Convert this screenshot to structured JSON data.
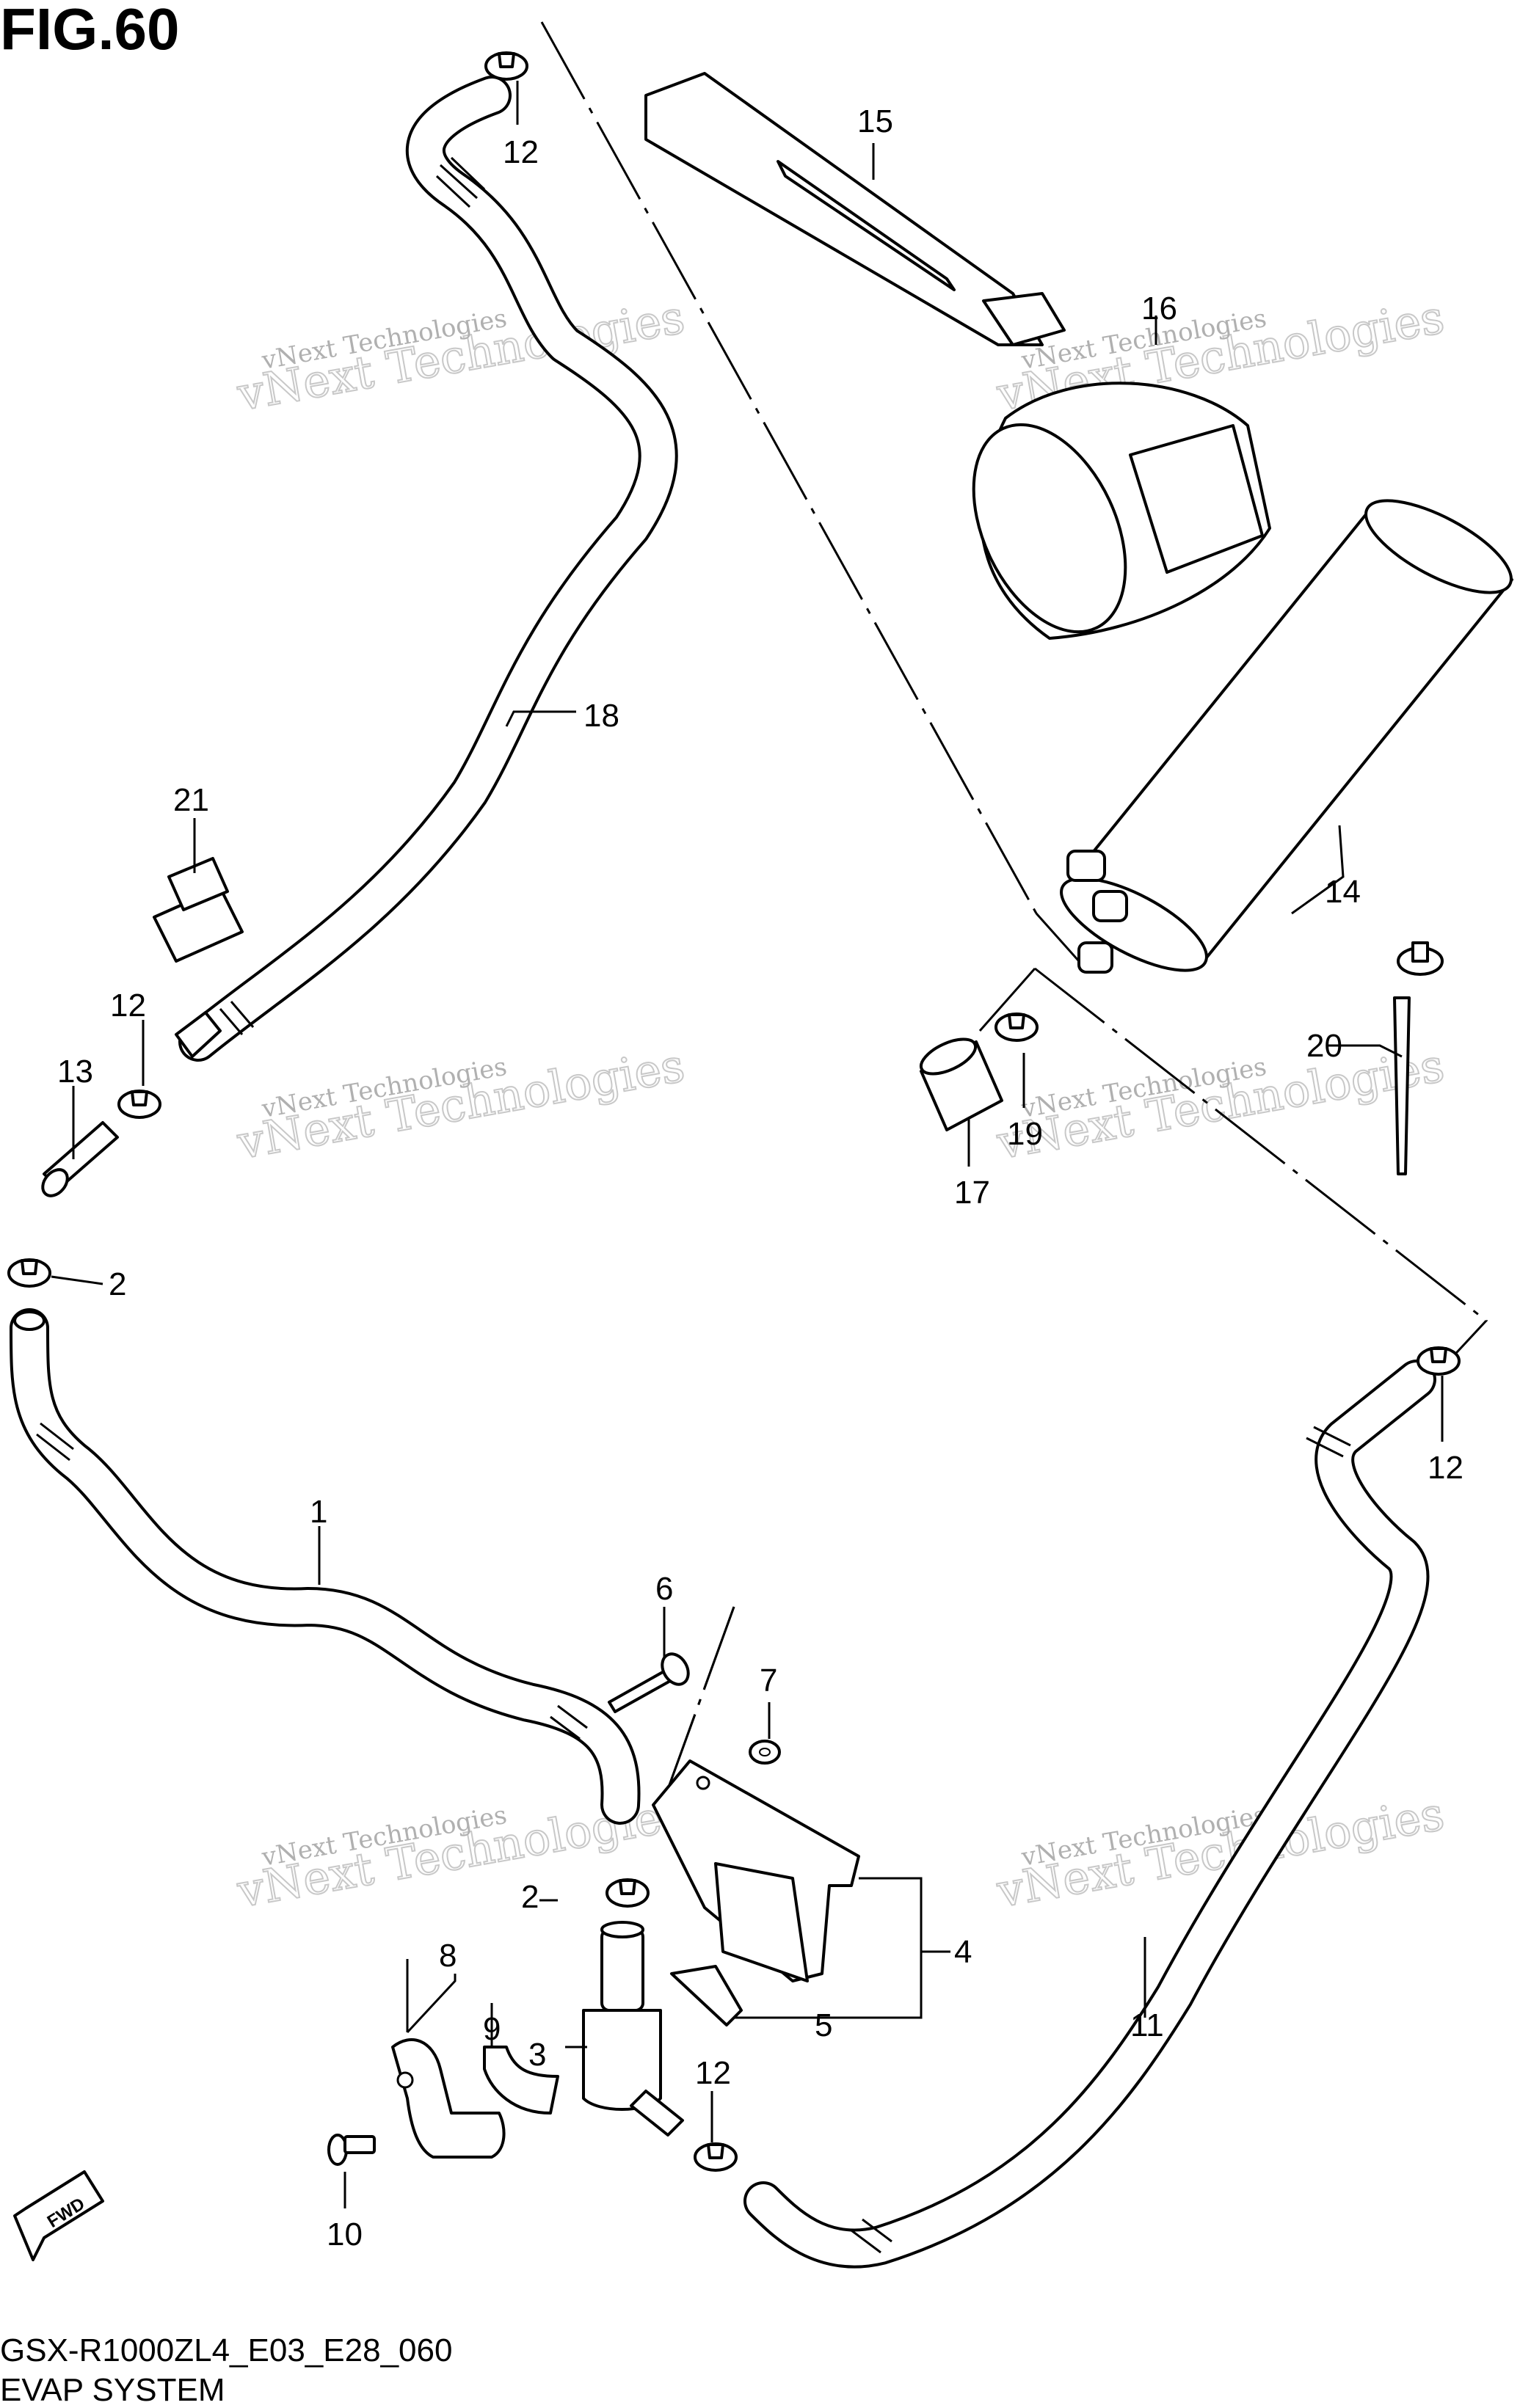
{
  "header": {
    "figure": "FIG.60"
  },
  "footer": {
    "model": "GSX-R1000ZL4_E03_E28_060",
    "system": "EVAP SYSTEM"
  },
  "watermark": {
    "line1": "vNext Technologies",
    "line2": "vNext Technologies"
  },
  "callouts": {
    "p1": "1",
    "p2a": "2",
    "p2b": "2",
    "p3": "3",
    "p4": "4",
    "p5": "5",
    "p6": "6",
    "p7": "7",
    "p8": "8",
    "p9": "9",
    "p10": "10",
    "p11": "11",
    "p12a": "12",
    "p12b": "12",
    "p12c": "12",
    "p12d": "12",
    "p13": "13",
    "p14": "14",
    "p15": "15",
    "p16": "16",
    "p17": "17",
    "p18": "18",
    "p19": "19",
    "p20": "20",
    "p21": "21"
  },
  "fwd": "FWD"
}
